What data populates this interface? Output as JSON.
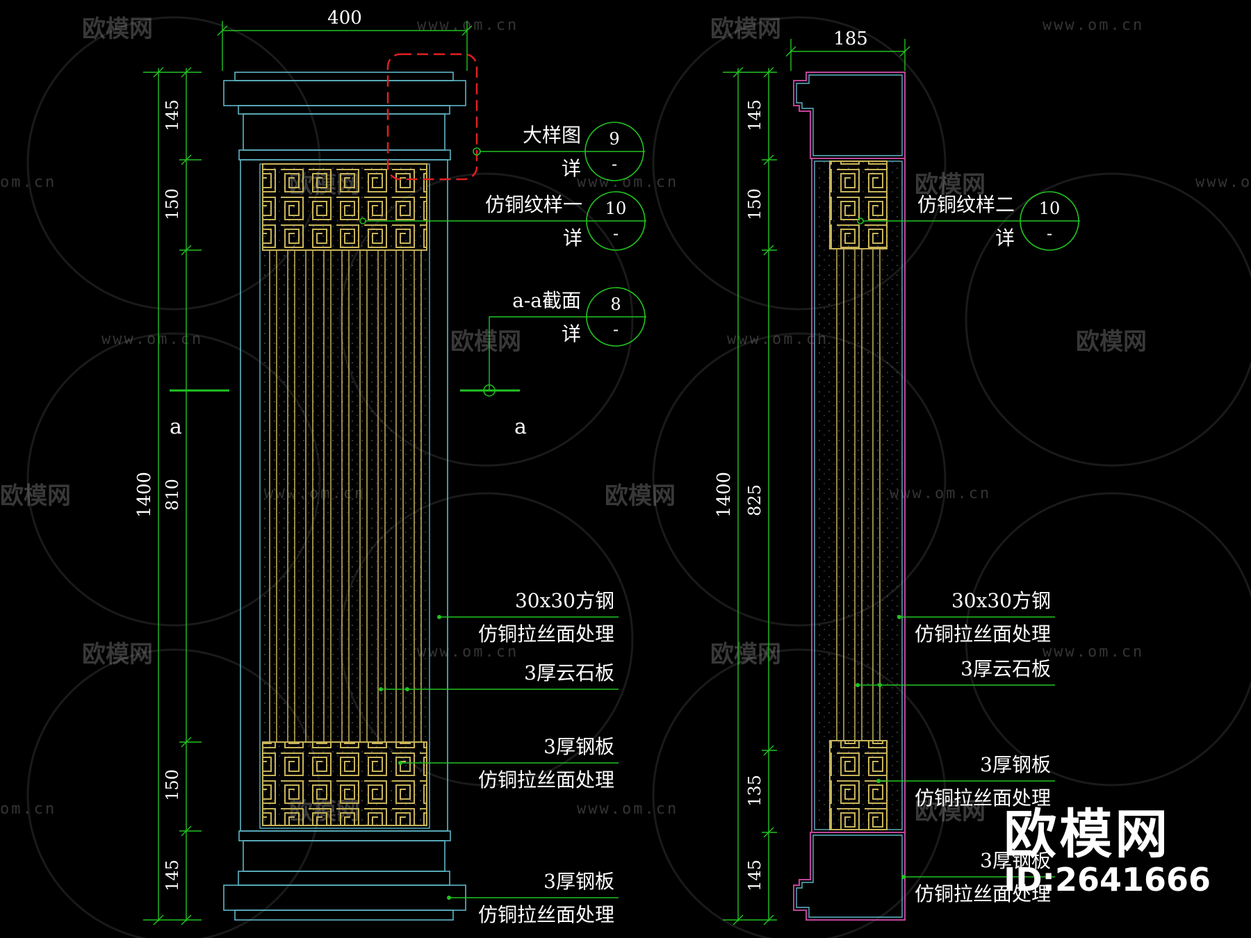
{
  "watermark": {
    "brand": "欧模网",
    "url": "www.om.cn",
    "partial_url": "om.cn",
    "partial_brand": "欧模网"
  },
  "stamp": {
    "logo_text": "欧模网",
    "id_text": "ID:2641666"
  },
  "front_view": {
    "width_dim": "400",
    "total_height_dim": "1400",
    "segment_dims": [
      "145",
      "150",
      "810",
      "150",
      "145"
    ],
    "section_mark": "a",
    "callouts": [
      {
        "label": "大样图",
        "sub": "详",
        "num": "9",
        "den": "-"
      },
      {
        "label": "仿铜纹样一",
        "sub": "详",
        "num": "10",
        "den": "-"
      },
      {
        "label": "a-a截面",
        "sub": "详",
        "num": "8",
        "den": "-"
      }
    ],
    "notes": [
      {
        "line1": "30x30方钢",
        "line2": "仿铜拉丝面处理"
      },
      {
        "line1": "3厚云石板",
        "line2": ""
      },
      {
        "line1": "3厚钢板",
        "line2": "仿铜拉丝面处理"
      },
      {
        "line1": "3厚钢板",
        "line2": "仿铜拉丝面处理"
      }
    ]
  },
  "side_view": {
    "width_dim": "185",
    "total_height_dim": "1400",
    "segment_dims": [
      "145",
      "150",
      "825",
      "135",
      "145"
    ],
    "callouts": [
      {
        "label": "仿铜纹样二",
        "sub": "详",
        "num": "10",
        "den": "-"
      }
    ],
    "notes": [
      {
        "line1": "30x30方钢",
        "line2": "仿铜拉丝面处理"
      },
      {
        "line1": "3厚云石板",
        "line2": ""
      },
      {
        "line1": "3厚钢板",
        "line2": "仿铜拉丝面处理"
      },
      {
        "line1": "3厚钢板",
        "line2": "仿铜拉丝面处理"
      }
    ]
  },
  "colors": {
    "background": "#000000",
    "outline": "#5fb7c7",
    "pattern": "#c8b45a",
    "dimension": "#22c422",
    "callout_box": "#e02020",
    "profile": "#c0449a"
  }
}
